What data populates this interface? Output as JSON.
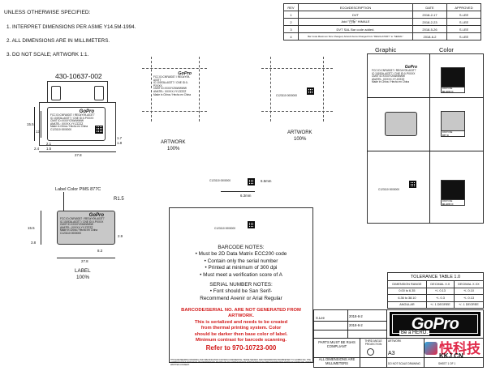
{
  "notes": {
    "header": "UNLESS OTHERWISE SPECIFIED:",
    "items": [
      "1.  INTERPRET DIMENSIONS PER ASME Y14.5M-1994.",
      "2.  ALL DIMENSIONS ARE IN MILLIMETERS.",
      "3.  DO NOT SCALE; ARTWORK 1:1."
    ]
  },
  "revisions": {
    "headers": [
      "REV",
      "ECO#DESCRIPTION",
      "DATE",
      "APPROVED"
    ],
    "rows": [
      [
        "1",
        "DVT",
        "2018-2-17",
        "S.LEE"
      ],
      [
        "2",
        "Add \"白标\" HIMALE",
        "2018-2-23",
        "S.LEE"
      ],
      [
        "3",
        "DVT    SAL Bar code added.",
        "2018-5-26",
        "S.LEE"
      ],
      [
        "4",
        "Bar Code Maximum Size Changed, Artwork Items Changed from \"REGULATORY\" to \"SERIAL\"",
        "2018-6-2",
        "S.LEE"
      ]
    ]
  },
  "part_number": "430-10637-002",
  "label_text": {
    "brand": "GoPro",
    "lines": [
      "FCC ID:CNFA5037 / REG#Y09-A03T7",
      "IC:10193A-A03T7 / CNE ID:0-PXXXX",
      "CMIIT ID:XXXXYZ/6WWWW",
      "ANATEL: XXXXX-YY-ZZZZZ",
      "Made in China / Hecho en China"
    ],
    "serial": "C123110 0000000"
  },
  "artwork_label": {
    "title": "ARTWORK",
    "scale": "100%"
  },
  "label_view": {
    "title": "LABEL",
    "scale": "100%",
    "color_callout": "Label Color PMS 877C",
    "radius": "R1.5"
  },
  "dimensions": {
    "d15_5": "15.5",
    "d13": "13",
    "d1_7a": "1.7",
    "d1_8": "1.8",
    "d2_1": "2.1",
    "d2_4": "2.4",
    "d1_5": "1.5",
    "d27_8": "27.8",
    "d2_9": "2.9",
    "d3_8": "3.8",
    "d8_3": "8.3",
    "d6_5": "6.5mm",
    "d6_3": "6.3mm"
  },
  "graphic_color": {
    "headers": [
      "Graphic",
      "Color"
    ],
    "swatches": [
      {
        "label": "PANTONE",
        "name": "BLACK C",
        "color": "#111111"
      },
      {
        "label": "PANTONE",
        "name": "877 C",
        "color": "#c8c8c8"
      },
      {
        "label": "PANTONE",
        "name": "BLACK C",
        "color": "#111111"
      }
    ]
  },
  "barcode_notes": {
    "title": "BARCODE NOTES:",
    "items": [
      "• Must be 2D Data Matrix ECC200 code",
      "• Contain only the serial number",
      "• Printed at minimum of 300 dpi",
      "• Must meet a verification score of A"
    ]
  },
  "serial_notes": {
    "title": "SERIAL NUMBER NOTES:",
    "items": [
      "• Font should be San Serif-",
      "Recommend Avenir or Arial Regular"
    ]
  },
  "warning": {
    "lines": [
      "BARCODE/SERIAL NO. ARE NOT GENERATED FROM ARTWORK.",
      "This is serialized and needs to be created",
      "from thermal printing system. Color",
      "should be darker then base color of label.",
      "Minimum contrast for barcode scanning."
    ],
    "ref": "Refer to 970-10723-000"
  },
  "tolerance": {
    "title": "TOLERANCE TABLE 1.0",
    "headers": [
      "DIMENSION RANGE",
      "DECIMAL X.X",
      "DECIMAL X.XX"
    ],
    "rows": [
      [
        "0.00 to 6.35",
        "+/- 0.13",
        "+/- 0.10"
      ],
      [
        "6.36 to 38.10",
        "+/- 0.3",
        "+/- 0.13"
      ],
      [
        "ANGULAR",
        "+/- 1 DEGREE",
        "+/- 1 DEGREE"
      ]
    ]
  },
  "title_block": {
    "brand": "GoPro",
    "tagline": "Be a HERO.",
    "rohs": "PARTS MUST BE RoHS COMPLIANT",
    "all_dims": "ALL DIMENSIONS ARE MILLIMETERS",
    "third_angle": "THIRD ANGLE PROJECTION",
    "size": "A3",
    "sheet": "SHEET 1 OF 1",
    "drawn_by": "S.Lee",
    "date1": "2018-6-2",
    "date2": "2018-6-2",
    "artwork": "ARTWORK",
    "do_not_scale": "DO NOT SCALE DRAWING",
    "confidential": "THIS ENGINEERING DRAWING AND SPECIFICATION CONTAIN CONFIDENTIAL TRADE SECRET, AND INFORMATION PROPRIETARY TO GOPRO INC. THE COMPANY DOES NOT WAIVE ITS PROPRIETARY RIGHTS OR ANY OTHER RIGHTS WITH RESPECT TO THIS INFORMATION WITHOUT GOPRO INC. PRIOR WRITTEN CONSENT."
  },
  "watermark": {
    "brand": "快科技",
    "url": "KKJ.CN"
  }
}
